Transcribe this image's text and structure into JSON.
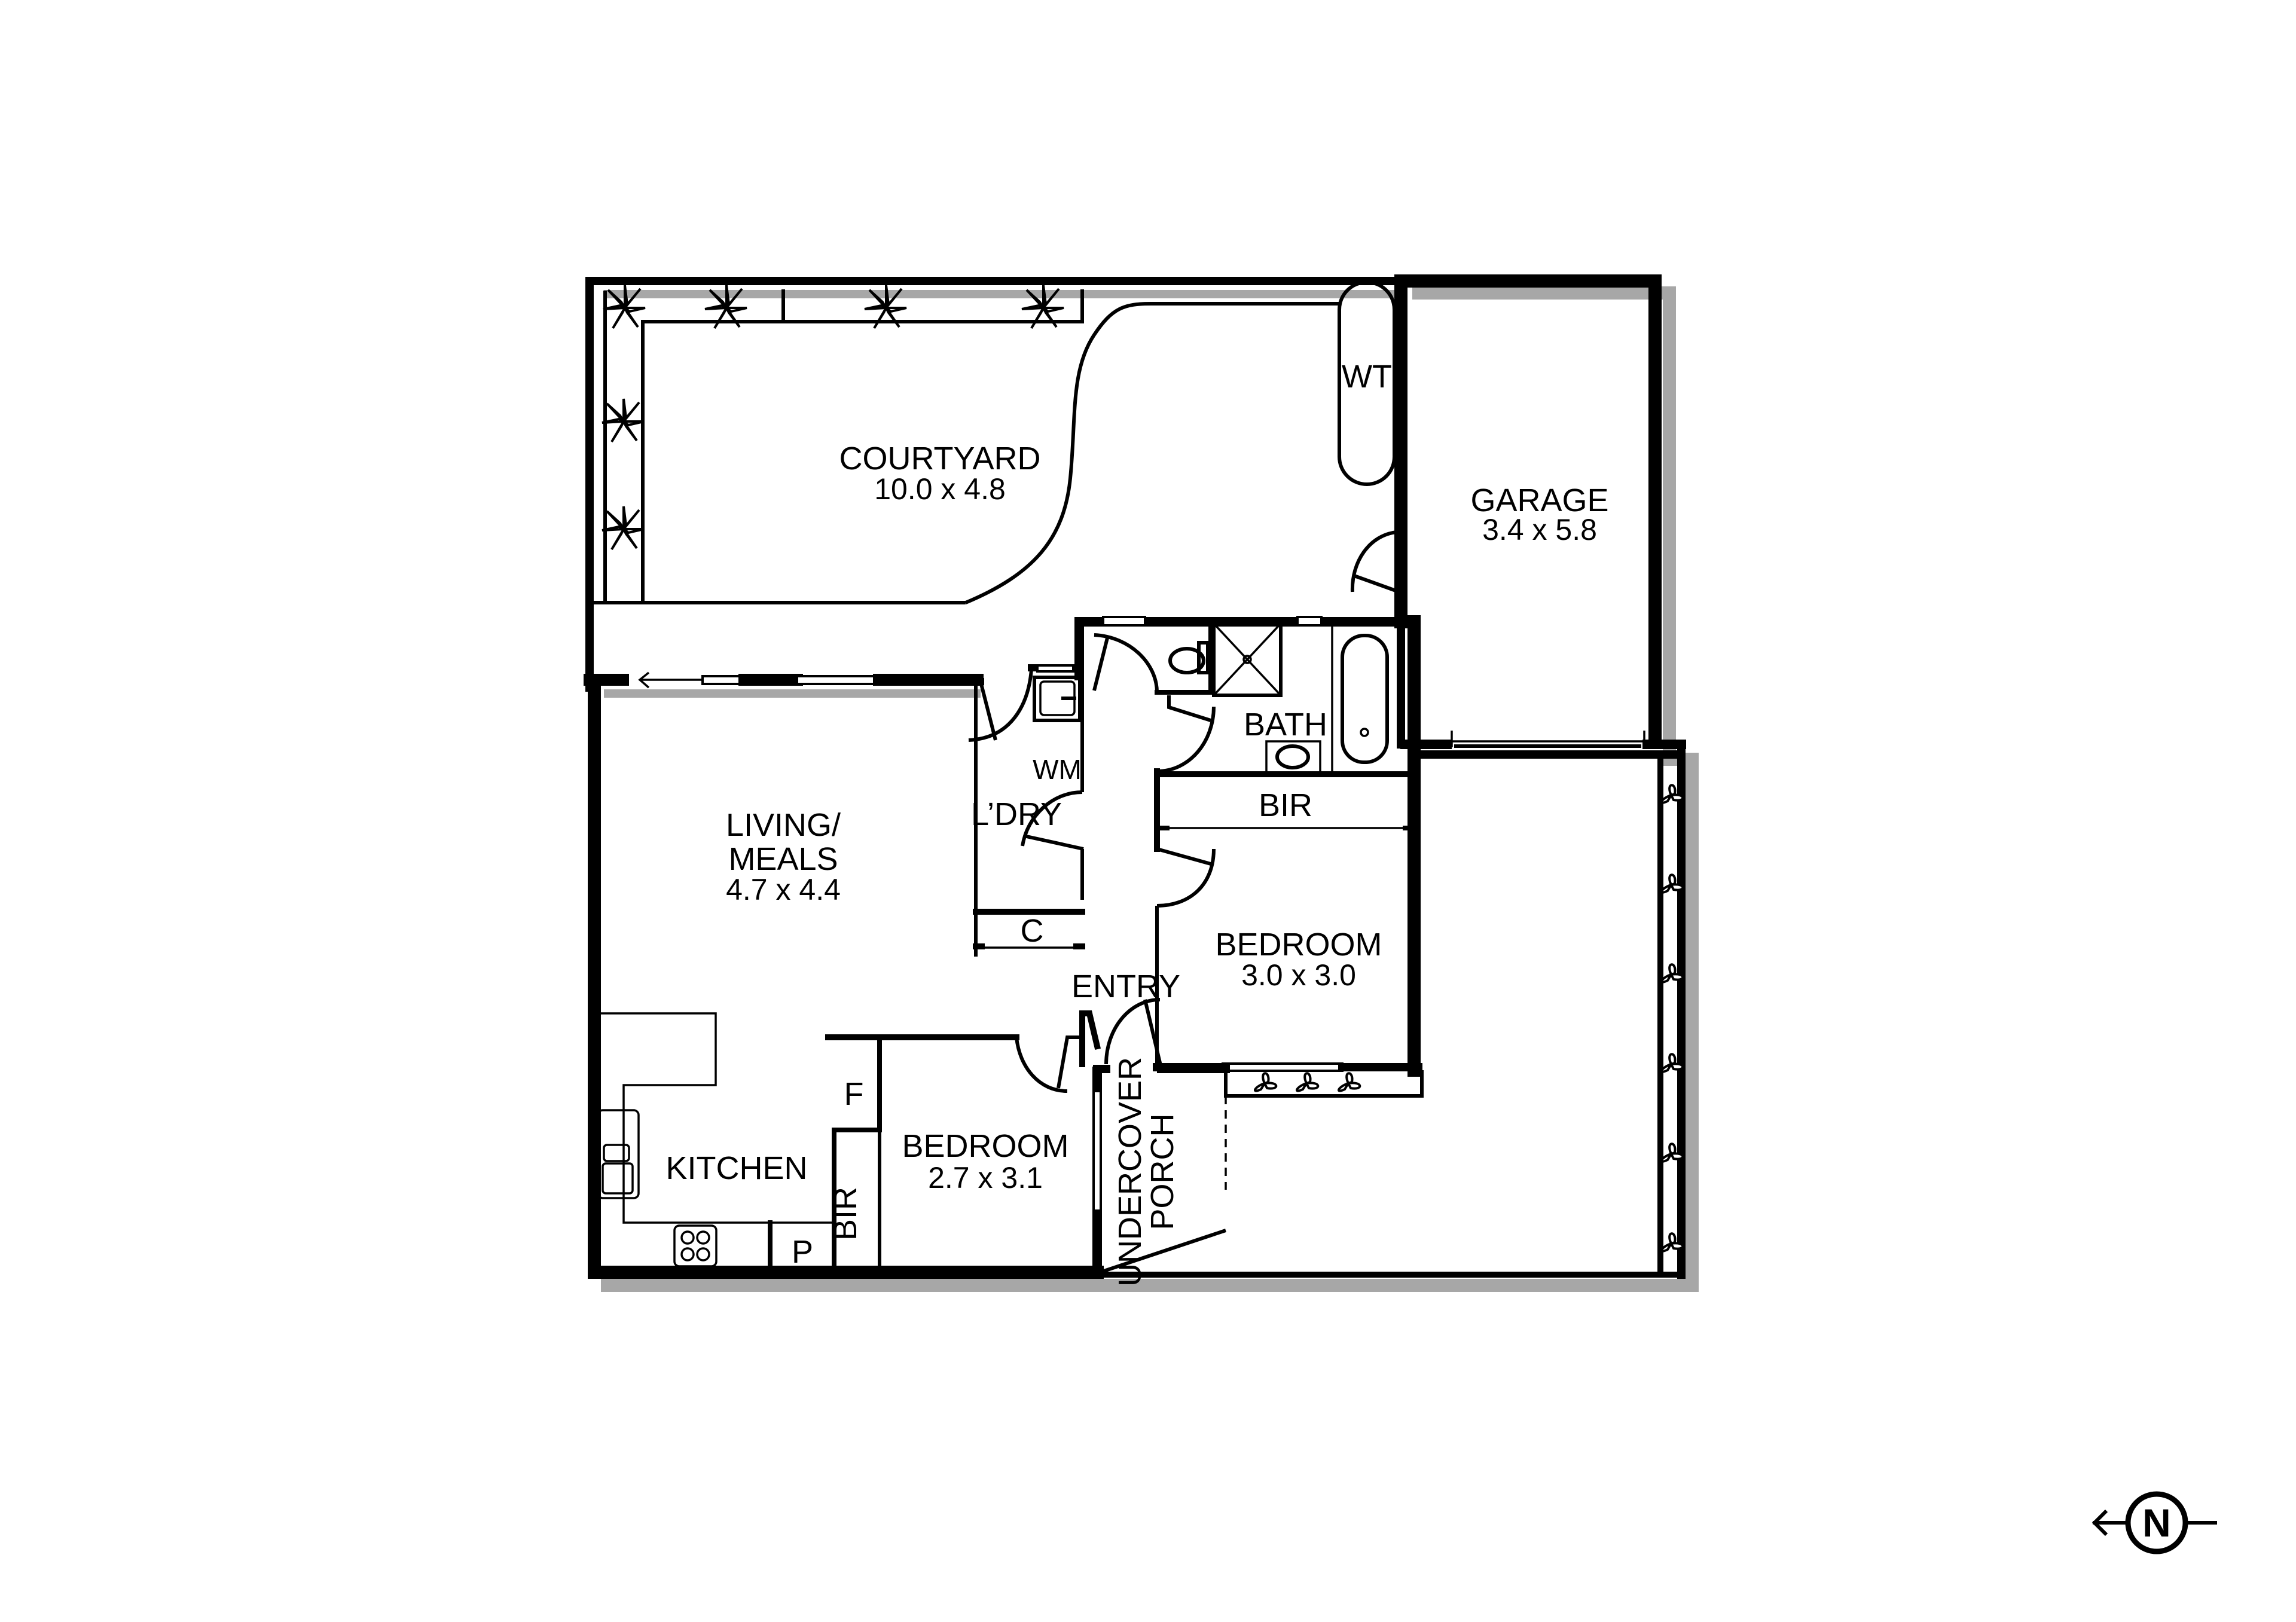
{
  "floorplan": {
    "rooms": {
      "courtyard": {
        "name": "COURTYARD",
        "size": "10.0 x 4.8"
      },
      "garage": {
        "name": "GARAGE",
        "size": "3.4 x 5.8"
      },
      "water_tank": {
        "name": "WT"
      },
      "living": {
        "name_line1": "LIVING/",
        "name_line2": "MEALS",
        "size": "4.7 x 4.4"
      },
      "laundry": {
        "name": "L’DRY"
      },
      "washing_machine": {
        "name": "WM"
      },
      "cupboard": {
        "name": "C"
      },
      "bath": {
        "name": "BATH"
      },
      "bir_main": {
        "name": "BIR"
      },
      "bedroom_1": {
        "name": "BEDROOM",
        "size": "3.0 x 3.0"
      },
      "entry": {
        "name": "ENTRY"
      },
      "kitchen": {
        "name": "KITCHEN"
      },
      "fridge": {
        "name": "F"
      },
      "pantry": {
        "name": "P"
      },
      "bir_2": {
        "name": "BIR"
      },
      "bedroom_2": {
        "name": "BEDROOM",
        "size": "2.7 x 3.1"
      },
      "porch": {
        "name_line1": "UNDERCOVER",
        "name_line2": "PORCH"
      }
    },
    "north_arrow": {
      "label": "N",
      "direction": "left"
    },
    "colors": {
      "wall": "#000000",
      "shadow": "#8a8a8a",
      "background": "#ffffff"
    }
  }
}
